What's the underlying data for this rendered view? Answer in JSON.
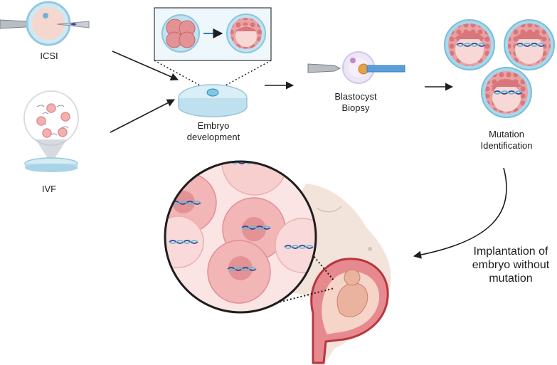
{
  "labels": {
    "icsi": "ICSI",
    "ivf": "IVF",
    "embryo_development": "Embryo\ndevelopment",
    "blastocyst_biopsy": "Blastocyst\nBiopsy",
    "mutation_identification": "Mutation\nIdentification",
    "implantation": "Implantation of\nembryo without\nmutation"
  },
  "colors": {
    "cell_pink": "#f6c3c3",
    "cell_dark": "#e7868a",
    "zona_blue": "#9ed3ea",
    "dish_blue": "#d5ecf5",
    "dna_blue": "#3a3fa8",
    "dna_teal": "#5fc3c4",
    "arrow": "#1e1e1e",
    "skin": "#f2e4da",
    "uterus": "#c9454d"
  }
}
